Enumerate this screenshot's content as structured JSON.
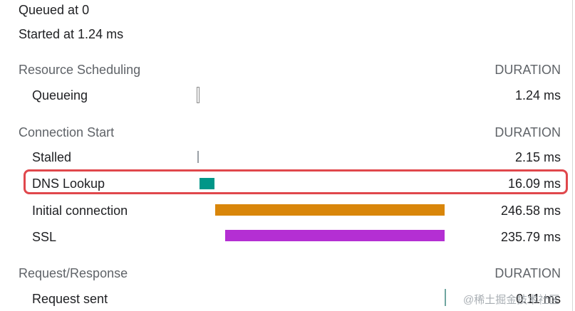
{
  "meta": {
    "queued": "Queued at 0",
    "started": "Started at 1.24 ms"
  },
  "sections": {
    "resource_scheduling": {
      "title": "Resource Scheduling",
      "duration_header": "DURATION",
      "rows": [
        {
          "label": "Queueing",
          "value": "1.24 ms"
        }
      ]
    },
    "connection_start": {
      "title": "Connection Start",
      "duration_header": "DURATION",
      "rows": [
        {
          "label": "Stalled",
          "value": "2.15 ms"
        },
        {
          "label": "DNS Lookup",
          "value": "16.09 ms"
        },
        {
          "label": "Initial connection",
          "value": "246.58 ms"
        },
        {
          "label": "SSL",
          "value": "235.79 ms"
        }
      ]
    },
    "request_response": {
      "title": "Request/Response",
      "duration_header": "DURATION",
      "rows": [
        {
          "label": "Request sent",
          "value": "0.11 ms"
        }
      ]
    }
  },
  "colors": {
    "dns": "#009688",
    "initial_connection": "#d9860a",
    "ssl": "#b42fd3",
    "stalled": "#9aa0a6",
    "request_sent": "#6fa6a0",
    "highlight": "#e0474c"
  },
  "watermark": "@稀土掘金技术社区"
}
